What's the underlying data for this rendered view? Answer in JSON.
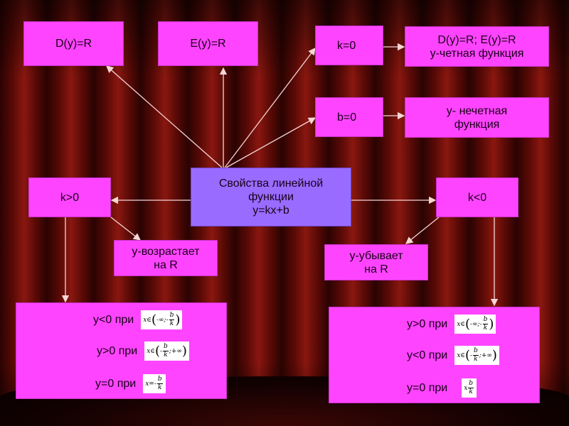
{
  "center": "Свойства линейной\nфункции\ny=kx+b",
  "top_boxes": {
    "domain": "D(y)=R",
    "range": "E(y)=R",
    "k_zero": "k=0",
    "k_zero_result": "D(y)=R; E(y)=R\ny-четная функция",
    "b_zero": "b=0",
    "b_zero_result": "y- нечетная\nфункция"
  },
  "left": {
    "label": "k>0",
    "property": "y-возрастает\nна R",
    "conditions": [
      {
        "text": "y<0 при",
        "formula": {
          "var": "x",
          "rel": "∈",
          "open": "(",
          "a": "-∞",
          "sep": ";",
          "b_num": "b",
          "b_den": "k",
          "b_sign": "-",
          "close": ")"
        }
      },
      {
        "text": "y>0 при",
        "formula": {
          "var": "x",
          "rel": "∈",
          "open": "(",
          "a_sign": "-",
          "a_num": "b",
          "a_den": "k",
          "sep": ";",
          "b": "+∞",
          "close": ")"
        }
      },
      {
        "text": "y=0 при",
        "formula": {
          "var": "x",
          "rel": "=",
          "sign": "-",
          "num": "b",
          "den": "k"
        }
      }
    ]
  },
  "right": {
    "label": "k<0",
    "property": "y-убывает\nна R",
    "conditions": [
      {
        "text": "y>0 при",
        "formula": {
          "var": "x",
          "rel": "∈",
          "open": "(",
          "a": "-∞",
          "sep": ";",
          "b_num": "b",
          "b_den": "k",
          "b_sign": "-",
          "close": ")"
        }
      },
      {
        "text": "y<0 при",
        "formula": {
          "var": "x",
          "rel": "∈",
          "open": "(",
          "a_sign": "-",
          "a_num": "b",
          "a_den": "k",
          "sep": ";",
          "b": "+∞",
          "close": ")"
        }
      },
      {
        "text": "y=0 при",
        "formula": {
          "var": "x",
          "rel": "",
          "sign": "",
          "num": "b",
          "den": "k"
        }
      }
    ]
  },
  "colors": {
    "box": "#ff44ff",
    "center": "#9a6bff",
    "arrow": "#f4d6d6"
  }
}
